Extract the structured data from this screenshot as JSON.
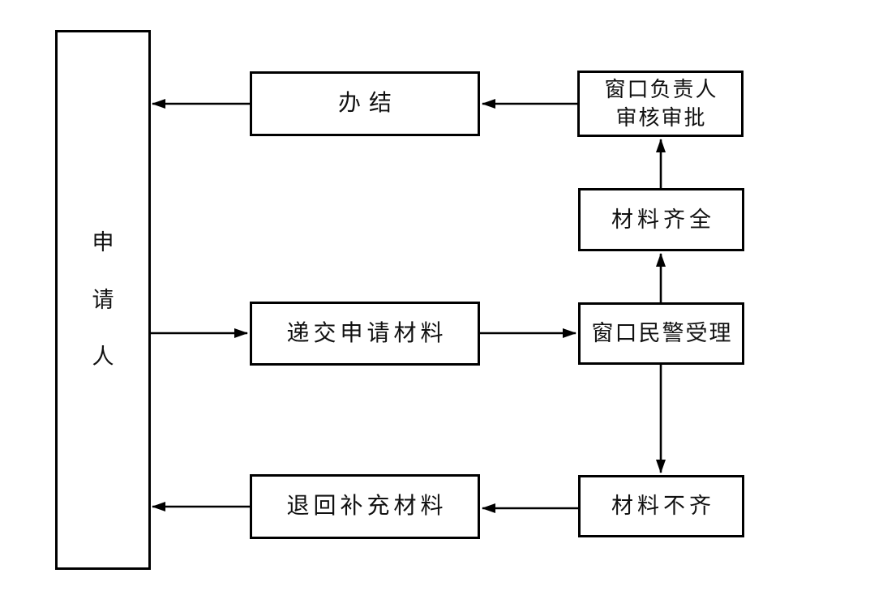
{
  "diagram": {
    "type": "flowchart",
    "background_color": "#ffffff",
    "line_color": "#000000",
    "nodes": {
      "applicant": {
        "label": "申请人",
        "chars": [
          "申",
          "请",
          "人"
        ]
      },
      "banjie": {
        "label": "办结"
      },
      "supervisor": {
        "label": "窗口负责人审核审批",
        "lines": [
          "窗口负责人",
          "审核审批"
        ]
      },
      "complete": {
        "label": "材料齐全"
      },
      "submit": {
        "label": "递交申请材料"
      },
      "accept": {
        "label": "窗口民警受理"
      },
      "return": {
        "label": "退回补充材料"
      },
      "incomplete": {
        "label": "材料不齐"
      }
    },
    "edges": [
      {
        "from": "申请人",
        "to": "递交申请材料"
      },
      {
        "from": "递交申请材料",
        "to": "窗口民警受理"
      },
      {
        "from": "窗口民警受理",
        "to": "材料齐全"
      },
      {
        "from": "材料齐全",
        "to": "窗口负责人审核审批"
      },
      {
        "from": "窗口负责人审核审批",
        "to": "办结"
      },
      {
        "from": "办结",
        "to": "申请人"
      },
      {
        "from": "窗口民警受理",
        "to": "材料不齐"
      },
      {
        "from": "材料不齐",
        "to": "退回补充材料"
      },
      {
        "from": "退回补充材料",
        "to": "申请人"
      }
    ]
  }
}
